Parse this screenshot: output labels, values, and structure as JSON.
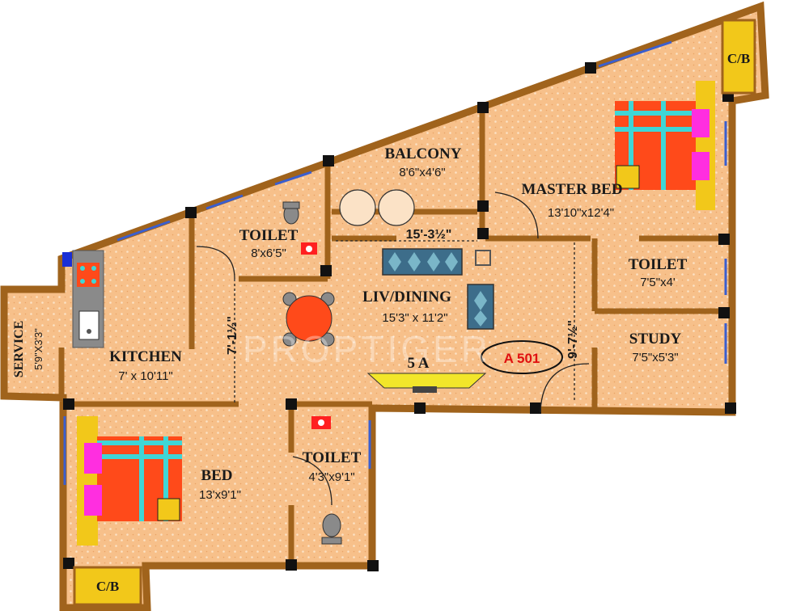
{
  "plan": {
    "unit_label": "5 A",
    "unit_badge": "A 501",
    "watermark": "PROPTIGER",
    "rooms": [
      {
        "id": "balcony",
        "name": "BALCONY",
        "size": "8'6\"x4'6\""
      },
      {
        "id": "master_bed",
        "name": "MASTER BED",
        "size": "13'10\"x12'4\""
      },
      {
        "id": "toilet_top",
        "name": "TOILET",
        "size": "8'x6'5\""
      },
      {
        "id": "liv_dining",
        "name": "LIV/DINING",
        "size": "15'3\" x 11'2\""
      },
      {
        "id": "toilet_right",
        "name": "TOILET",
        "size": "7'5\"x4'"
      },
      {
        "id": "study",
        "name": "STUDY",
        "size": "7'5\"x5'3\""
      },
      {
        "id": "kitchen",
        "name": "KITCHEN",
        "size": "7' x 10'11\""
      },
      {
        "id": "service",
        "name": "SERVICE",
        "size": "5'9\"X3'3\""
      },
      {
        "id": "bed",
        "name": "BED",
        "size": "13'x9'1\""
      },
      {
        "id": "toilet_bottom",
        "name": "TOILET",
        "size": "4'3\"x9'1\""
      }
    ],
    "cb_labels": [
      "C/B",
      "C/B"
    ],
    "dimension_marks": [
      "15'-3½\"",
      "7'-1½\"",
      "9'-7½\""
    ]
  },
  "colors": {
    "floor": "#f7c08a",
    "wall": "#a0631c",
    "furniture_red": "#ff4a1a",
    "cyan": "#3fd6d6",
    "magenta": "#ff2ee0",
    "yellow": "#f2c81a",
    "window": "#3a5ecf"
  }
}
